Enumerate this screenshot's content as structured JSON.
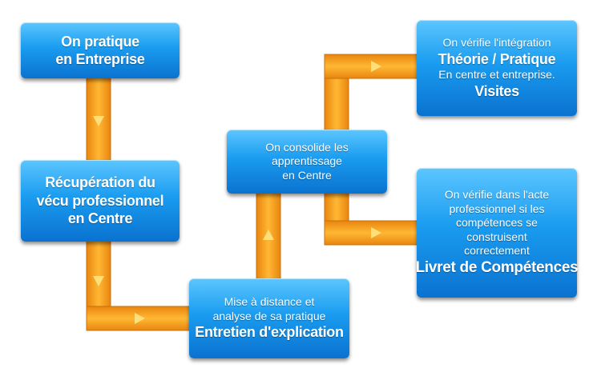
{
  "colors": {
    "box_top": "#5cc6ff",
    "box_bottom": "#0a72d0",
    "connector": "#f7a21f",
    "connector_edge": "#c8700a",
    "arrow": "#fde07a"
  },
  "boxes": {
    "entreprise": {
      "line1": "On pratique",
      "line2": "en Entreprise"
    },
    "recuperation": {
      "line1": "Récupération du",
      "line2": "vécu professionnel",
      "line3": "en Centre"
    },
    "mise_distance": {
      "line1": "Mise à distance et",
      "line2": "analyse de sa pratique",
      "line3": "Entretien d'explication"
    },
    "consolide": {
      "line1": "On consolide les",
      "line2": "apprentissage",
      "line3": "en Centre"
    },
    "integration": {
      "line1": "On vérifie l'intégration",
      "line2": "Théorie / Pratique",
      "line3": "En centre et entreprise.",
      "line4": "Visites"
    },
    "acte": {
      "line1": "On vérifie dans l'acte",
      "line2": "professionnel si les",
      "line3": "compétences se",
      "line4": "construisent",
      "line5": "correctement",
      "line6": "Livret de Compétences"
    }
  }
}
